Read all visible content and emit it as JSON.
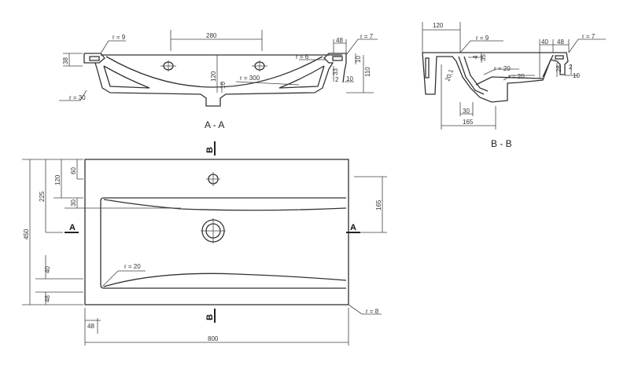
{
  "section_aa": {
    "title": "A - A",
    "dims": {
      "d280": "280",
      "d38": "38",
      "r9": "r = 9",
      "d48": "48",
      "r7": "r = 7",
      "r6": "r = 6",
      "d120": "120",
      "d10a": "10",
      "r300": "r = 300",
      "r30": "r = 30",
      "d33": "33",
      "d2": "2",
      "d10b": "10",
      "d10c": "10",
      "d110": "110"
    }
  },
  "section_bb": {
    "title": "B - B",
    "dims": {
      "d120": "120",
      "r9": "r = 9",
      "d4": "4",
      "d35": "35",
      "d40": "40",
      "d48": "48",
      "r7": "r = 7",
      "r20a": "r = 20",
      "r20b": "r = 20",
      "d28": "28",
      "d2": "2",
      "d10": "10",
      "d201": "20,1",
      "d30": "30",
      "d165": "165"
    }
  },
  "plan": {
    "dims": {
      "d450": "450",
      "d225": "225",
      "d120": "120",
      "d60": "60",
      "d30": "30",
      "d40": "40",
      "d48": "48",
      "d165": "165",
      "r20": "r = 20",
      "r8": "r = 8",
      "d48b": "48",
      "d800": "800"
    },
    "section_marks": {
      "a_left": "A",
      "a_right": "A",
      "b_top": "B",
      "b_bottom": "B"
    }
  }
}
